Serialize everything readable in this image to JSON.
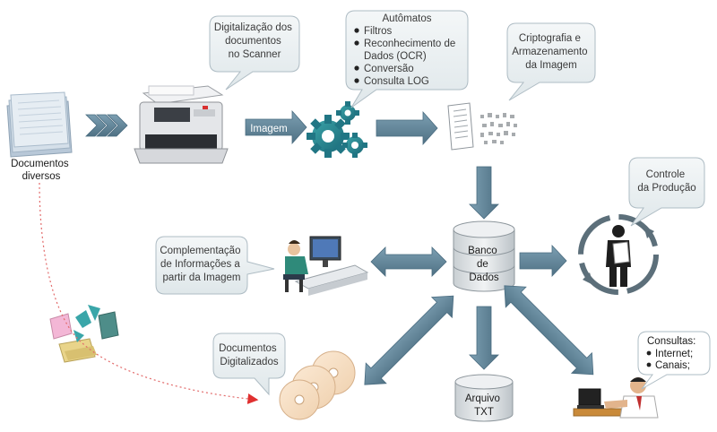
{
  "nodes": {
    "documentos": "Documentos diversos",
    "scanner_callout": [
      "Digitalização dos",
      "documentos",
      "no Scanner"
    ],
    "imagem_arrow": "Imagem",
    "automatos": {
      "title": "Autômatos",
      "items": [
        "Filtros",
        "Reconhecimento de",
        "Dados (OCR)",
        "Conversão",
        "Consulta LOG"
      ]
    },
    "cripto_callout": [
      "Criptografia e",
      "Armazenamento",
      "da Imagem"
    ],
    "banco": [
      "Banco",
      "de",
      "Dados"
    ],
    "controle_callout": [
      "Controle",
      "da Produção"
    ],
    "complement_callout": [
      "Complementação",
      "de Informações a",
      "partir da Imagem"
    ],
    "docs_digit_callout": [
      "Documentos",
      "Digitalizados"
    ],
    "arquivo": [
      "Arquivo",
      "TXT"
    ],
    "consultas": {
      "title": "Consultas:",
      "items": [
        "Internet;",
        "Canais;"
      ]
    }
  },
  "colors": {
    "arrow_fill": "#5e8296",
    "arrow_stroke": "#4a6c80",
    "callout_fill": "#eaf0f2",
    "callout_stroke": "#aebcc4",
    "dashed_line": "#e26a6a",
    "db_fill": "#dfe3e6"
  }
}
